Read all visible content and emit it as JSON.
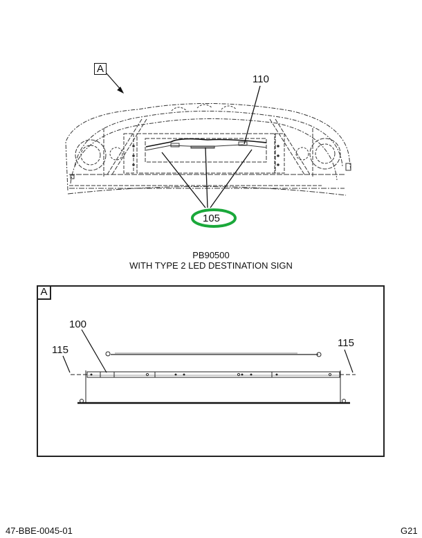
{
  "drawing": {
    "main_view": {
      "view_label": "A",
      "callouts": {
        "upper": "110",
        "highlighted": "105"
      },
      "highlight_color": "#1aa83a",
      "caption_line1": "PB90500",
      "caption_line2": "WITH TYPE 2 LED DESTINATION SIGN"
    },
    "detail_view": {
      "view_label": "A",
      "callouts": {
        "part": "100",
        "left_end": "115",
        "right_end": "115"
      }
    }
  },
  "footer": {
    "document_id": "47-BBE-0045-01",
    "page": "G21"
  }
}
